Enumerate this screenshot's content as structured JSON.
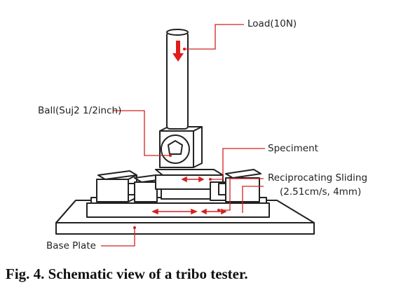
{
  "labels": {
    "load": "Load(10N)",
    "ball": "Ball(Suj2 1/2inch)",
    "specimen": "Speciment",
    "reciprocating_line1": "Reciprocating Sliding",
    "reciprocating_line2": "(2.51cm/s, 4mm)",
    "base_plate": "Base Plate"
  },
  "caption": "Fig. 4. Schematic view of a tribo tester.",
  "colors": {
    "leader": "#d42020",
    "load_arrow": "#e21b1b",
    "outline": "#222222"
  }
}
